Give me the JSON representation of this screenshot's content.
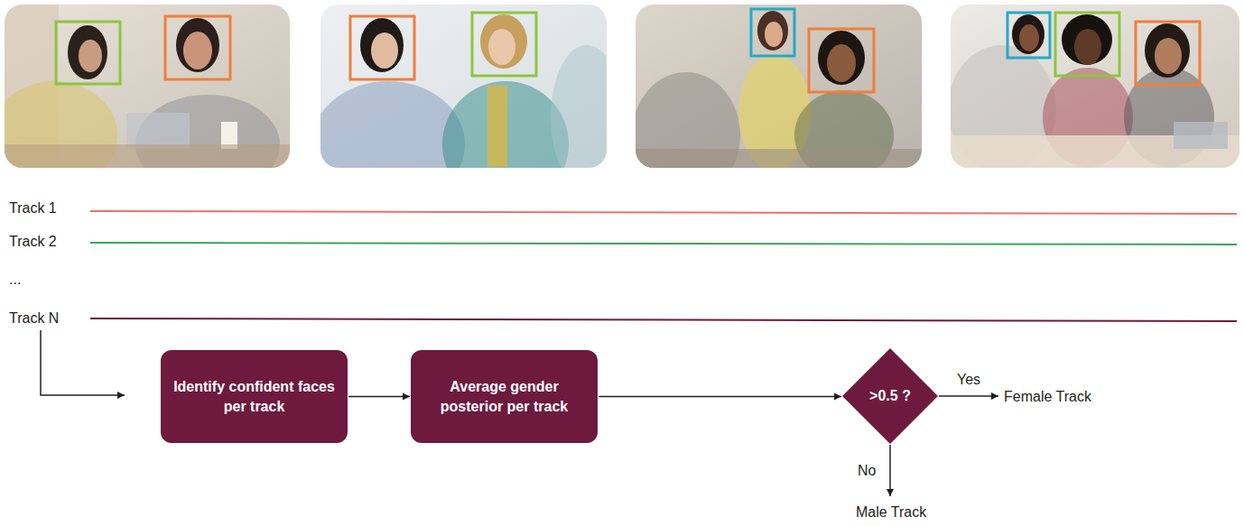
{
  "diagram": {
    "nodes": [
      {
        "text": [
          "Identify confident faces per track"
        ]
      },
      {
        "text": [
          "Average gender posterior per track"
        ]
      },
      {
        "text": [
          ">0.5 ?"
        ]
      },
      {
        "text": [
          "Female Track"
        ]
      },
      {
        "text": [
          "Male Track"
        ]
      }
    ],
    "edges": [
      {
        "from": 0,
        "to": 1,
        "arrow": "to"
      },
      {
        "from": 1,
        "to": 2,
        "arrow": "to"
      },
      {
        "from": 2,
        "to": 3,
        "arrow": "to",
        "label": "Yes"
      },
      {
        "from": 2,
        "to": 4,
        "arrow": "to",
        "label": "No"
      }
    ],
    "labels": [
      "Track 1",
      "Track 2",
      "...",
      "Track N"
    ]
  }
}
